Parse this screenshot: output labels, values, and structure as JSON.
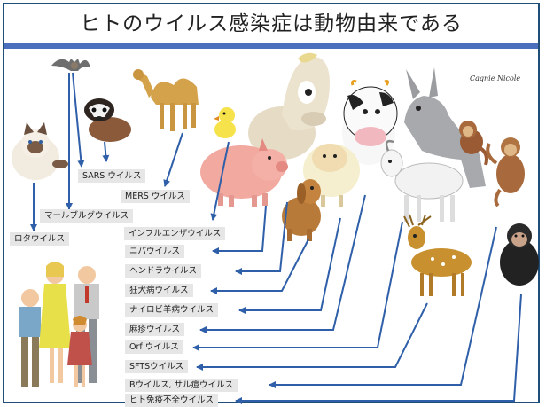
{
  "title": "ヒトのウイルス感染症は動物由来である",
  "signature": "Cagnie   Nicole",
  "colors": {
    "arrow": "#2e5fa8",
    "label_bg": "#e6e6e6",
    "frame": "#1f4e79",
    "title_rule": "#4a6fbd"
  },
  "viruses": [
    {
      "id": "sars",
      "label": "SARS ウイルス"
    },
    {
      "id": "mers",
      "label": "MERS ウイルス"
    },
    {
      "id": "marburg",
      "label": "マールブルグウイルス"
    },
    {
      "id": "rota",
      "label": "ロタウイルス"
    },
    {
      "id": "influenza",
      "label": "インフルエンザウイルス"
    },
    {
      "id": "nipah",
      "label": "ニパウイルス"
    },
    {
      "id": "hendra",
      "label": "ヘンドラウイルス"
    },
    {
      "id": "rabies",
      "label": "狂犬病ウイルス"
    },
    {
      "id": "nairobi",
      "label": "ナイロビ羊病ウイルス"
    },
    {
      "id": "measles",
      "label": "麻疹ウイルス"
    },
    {
      "id": "orf",
      "label": "Orf ウイルス"
    },
    {
      "id": "sfts",
      "label": "SFTSウイルス"
    },
    {
      "id": "bvirus",
      "label": "Bウイルス, サル痘ウイルス"
    },
    {
      "id": "hiv",
      "label": "ヒト免疫不全ウイルス"
    }
  ],
  "animals": [
    {
      "id": "cat",
      "icon": "cat-icon"
    },
    {
      "id": "bat",
      "icon": "bat-icon"
    },
    {
      "id": "civet",
      "icon": "civet-icon"
    },
    {
      "id": "camel",
      "icon": "camel-icon"
    },
    {
      "id": "chick",
      "icon": "chick-icon"
    },
    {
      "id": "pig",
      "icon": "pig-icon"
    },
    {
      "id": "horse",
      "icon": "horse-icon"
    },
    {
      "id": "sheep",
      "icon": "sheep-icon"
    },
    {
      "id": "dog",
      "icon": "dog-icon"
    },
    {
      "id": "cow",
      "icon": "cow-icon"
    },
    {
      "id": "goat",
      "icon": "goat-icon"
    },
    {
      "id": "donkey",
      "icon": "donkey-icon"
    },
    {
      "id": "monkey1",
      "icon": "monkey-icon"
    },
    {
      "id": "monkey2",
      "icon": "monkey-icon"
    },
    {
      "id": "deer",
      "icon": "deer-icon"
    },
    {
      "id": "chimp",
      "icon": "chimpanzee-icon"
    },
    {
      "id": "family",
      "icon": "human-family-icon"
    }
  ]
}
